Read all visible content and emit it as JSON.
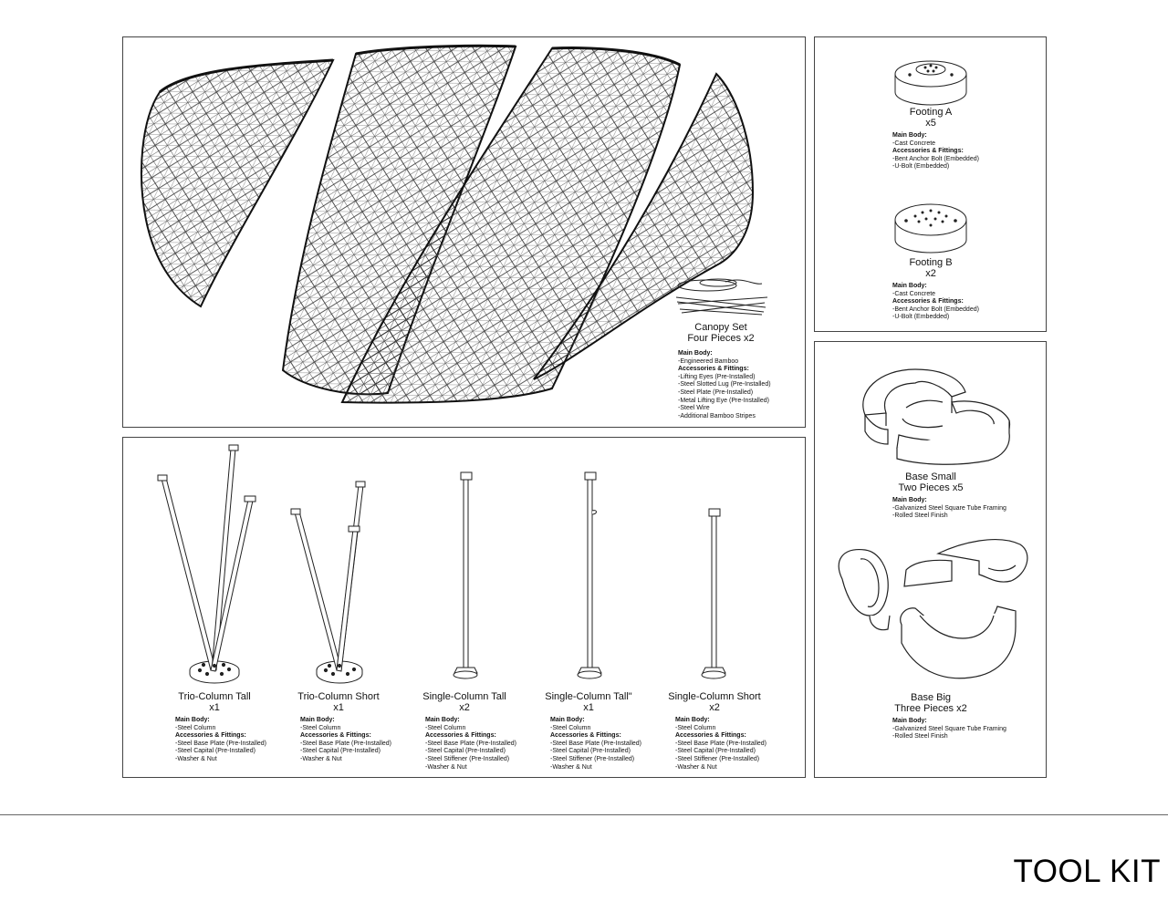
{
  "sheet_title": "TOOL KIT",
  "canopy": {
    "name": "Canopy Set",
    "qty": "Four Pieces x2",
    "main_body_label": "Main Body:",
    "main_body": [
      "-Engineered Bamboo"
    ],
    "fittings_label": "Accessories & Fittings:",
    "fittings": [
      "-Lifting Eyes (Pre-Installed)",
      "-Steel Slotted Lug (Pre-Installed)",
      "-Steel Plate (Pre-Installed)",
      "-Metal Lifting Eye (Pre-Installed)",
      "-Steel Wire",
      "-Additional Bamboo Stripes"
    ]
  },
  "footings": [
    {
      "name": "Footing A",
      "qty": "x5",
      "main_body_label": "Main Body:",
      "main_body": [
        "-Cast Concrete"
      ],
      "fittings_label": "Accessories & Fittings:",
      "fittings": [
        "-Bent Anchor Bolt (Embedded)",
        "-U-Bolt (Embedded)"
      ]
    },
    {
      "name": "Footing B",
      "qty": "x2",
      "main_body_label": "Main Body:",
      "main_body": [
        "-Cast Concrete"
      ],
      "fittings_label": "Accessories & Fittings:",
      "fittings": [
        "-Bent Anchor Bolt (Embedded)",
        "-U-Bolt (Embedded)"
      ]
    }
  ],
  "bases": [
    {
      "name": "Base Small",
      "qty": "Two Pieces x5",
      "main_body_label": "Main Body:",
      "main_body": [
        "-Galvanized Steel Square Tube Framing",
        "-Rolled Steel Finish"
      ]
    },
    {
      "name": "Base Big",
      "qty": "Three Pieces x2",
      "main_body_label": "Main Body:",
      "main_body": [
        "-Galvanized Steel Square Tube Framing",
        "-Rolled Steel Finish"
      ]
    }
  ],
  "columns": [
    {
      "name": "Trio-Column Tall",
      "qty": "x1",
      "main_body_label": "Main Body:",
      "main_body": [
        "-Steel Column"
      ],
      "fittings_label": "Accessories & Fittings:",
      "fittings": [
        "-Steel Base Plate (Pre-Installed)",
        "-Steel Capital (Pre-Installed)",
        "-Washer & Nut"
      ]
    },
    {
      "name": "Trio-Column Short",
      "qty": "x1",
      "main_body_label": "Main Body:",
      "main_body": [
        "-Steel Column"
      ],
      "fittings_label": "Accessories & Fittings:",
      "fittings": [
        "-Steel Base Plate (Pre-Installed)",
        "-Steel Capital (Pre-Installed)",
        "-Washer & Nut"
      ]
    },
    {
      "name": "Single-Column Tall",
      "qty": "x2",
      "main_body_label": "Main Body:",
      "main_body": [
        "-Steel Column"
      ],
      "fittings_label": "Accessories & Fittings:",
      "fittings": [
        "-Steel Base Plate (Pre-Installed)",
        "-Steel Capital (Pre-Installed)",
        "-Steel Stiffener (Pre-Installed)",
        "-Washer & Nut"
      ]
    },
    {
      "name": "Single-Column Tall\"",
      "qty": "x1",
      "main_body_label": "Main Body:",
      "main_body": [
        "-Steel Column"
      ],
      "fittings_label": "Accessories & Fittings:",
      "fittings": [
        "-Steel Base Plate (Pre-Installed)",
        "-Steel Capital (Pre-Installed)",
        "-Steel Stiffener (Pre-Installed)",
        "-Washer & Nut"
      ]
    },
    {
      "name": "Single-Column Short",
      "qty": "x2",
      "main_body_label": "Main Body:",
      "main_body": [
        "-Steel Column"
      ],
      "fittings_label": "Accessories & Fittings:",
      "fittings": [
        "-Steel Base Plate (Pre-Installed)",
        "-Steel Capital (Pre-Installed)",
        "-Steel Stiffener (Pre-Installed)",
        "-Washer & Nut"
      ]
    }
  ]
}
